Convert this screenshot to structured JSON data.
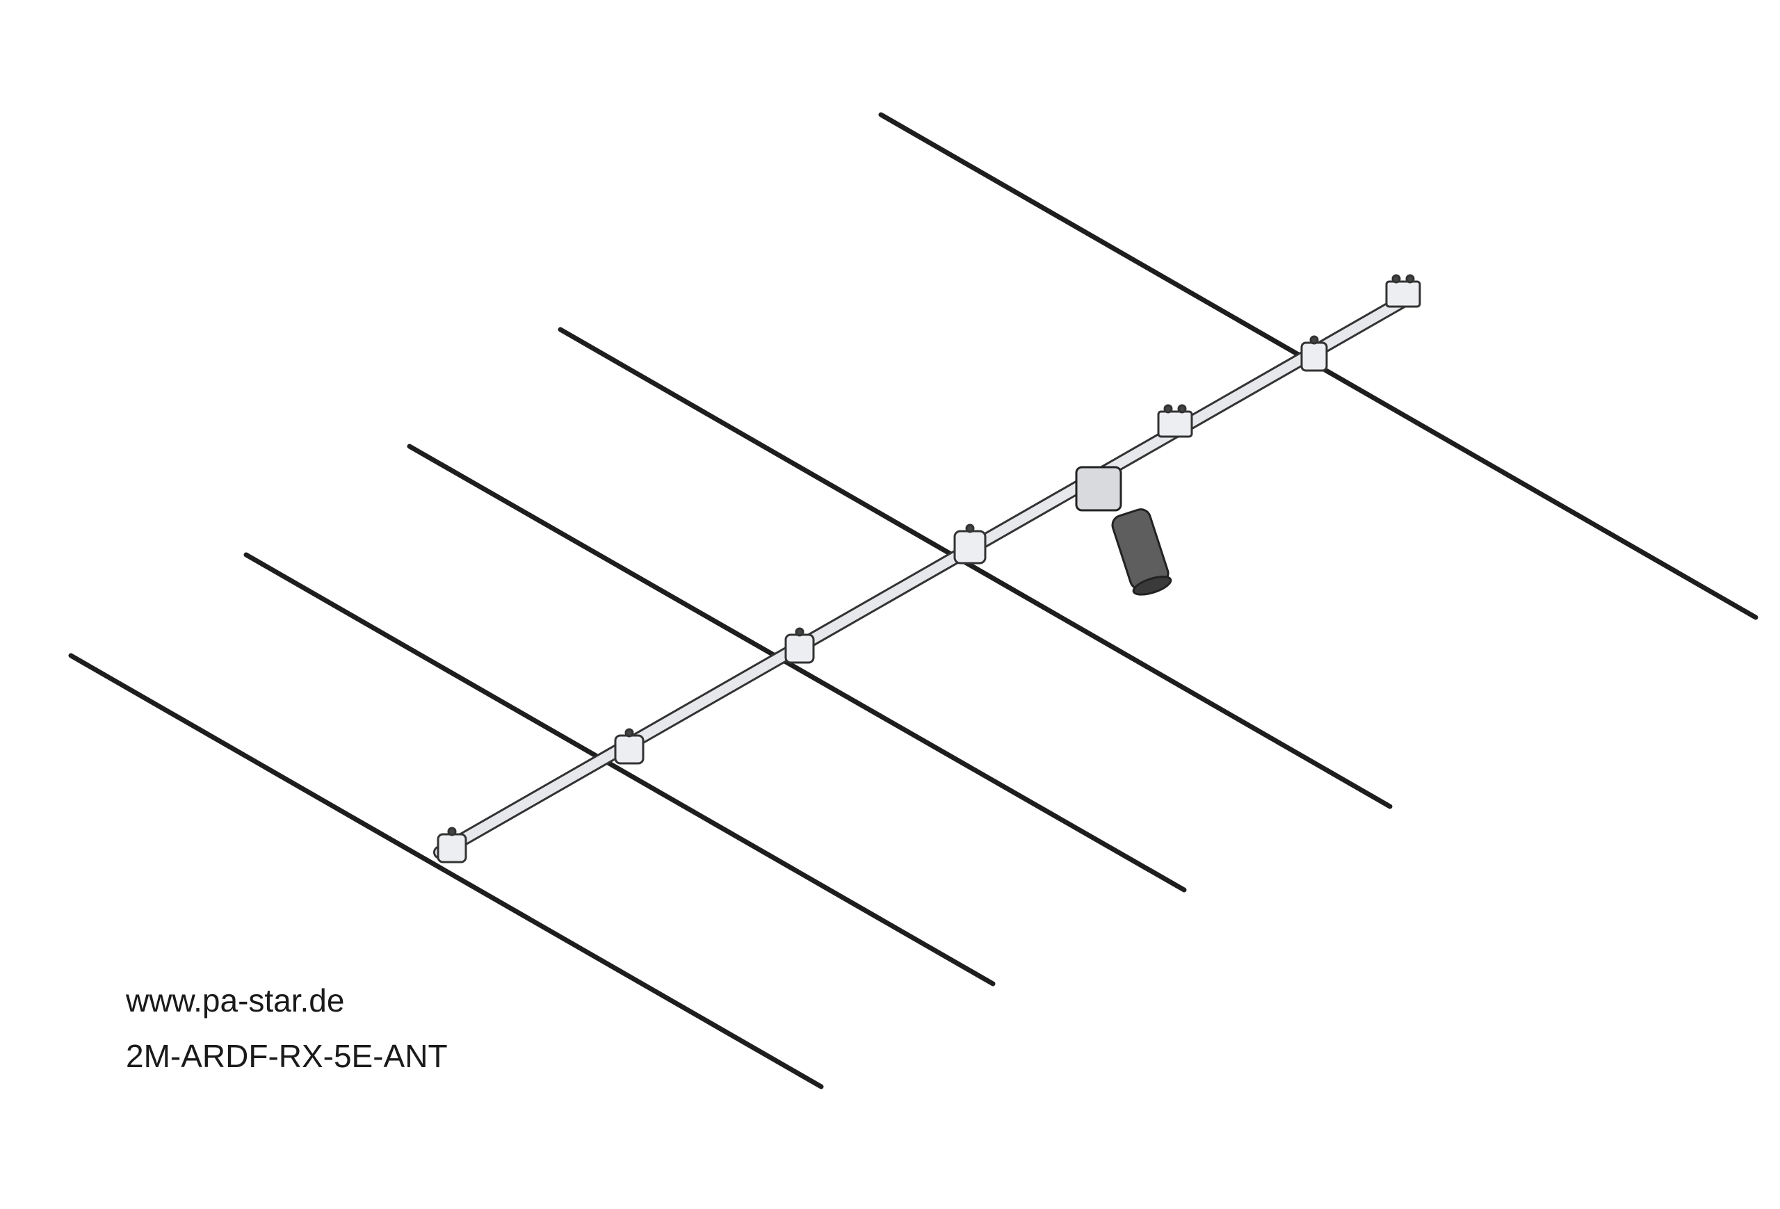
{
  "drawing": {
    "website": "www.pa-star.de",
    "part_number": "2M-ARDF-RX-5E-ANT",
    "element_count": 5,
    "colors": {
      "element": "#1e1e1e",
      "boom": "#e6e8ec",
      "outline": "#333333",
      "connector": "#6a6a6a"
    }
  }
}
